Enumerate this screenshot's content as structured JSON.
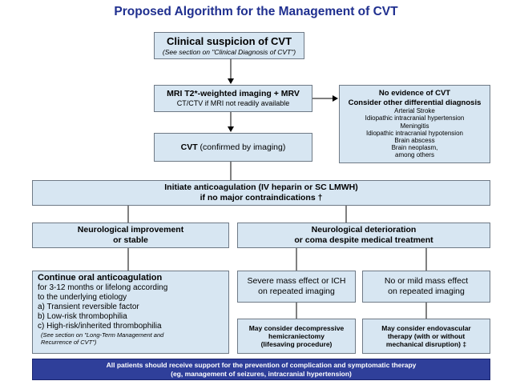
{
  "title": "Proposed Algorithm for the Management of CVT",
  "start": {
    "line1": "Clinical suspicion of CVT",
    "line2": "(See section on \"Clinical Diagnosis of CVT\")"
  },
  "mri": {
    "line1": "MRI T2*-weighted imaging + MRV",
    "line2": "CT/CTV if MRI not readily available"
  },
  "no_evidence": {
    "heading1": "No evidence of CVT",
    "heading2": "Consider other differential diagnosis",
    "items": [
      "Arterial Stroke",
      "Idiopathic intracranial hypertension",
      "Meningitis",
      "Idiopathic intracranial hypotension",
      "Brain abscess",
      "Brain neoplasm,",
      "among others"
    ]
  },
  "cvt": {
    "bold": "CVT",
    "rest": " (confirmed by imaging)"
  },
  "anticoag": {
    "line1": "Initiate anticoagulation (IV heparin or SC LMWH)",
    "line2": "if no major contraindications †"
  },
  "improvement": {
    "line1": "Neurological improvement",
    "line2": "or stable"
  },
  "deterioration": {
    "line1": "Neurological deterioration",
    "line2": "or coma despite medical treatment"
  },
  "continue": {
    "heading": "Continue oral anticoagulation",
    "lines": [
      "for 3-12 months or lifelong according",
      "to the underlying etiology",
      "a) Transient reversible factor",
      "b) Low-risk thrombophilia",
      "c) High-risk/inherited thrombophilia"
    ],
    "ref1": "(See section on \"Long-Term Management and",
    "ref2": "Recurrence of CVT\")"
  },
  "severe": {
    "line1": "Severe mass effect or ICH",
    "line2": "on repeated imaging"
  },
  "no_mild": {
    "line1": "No or mild mass effect",
    "line2": "on repeated imaging"
  },
  "decompress": {
    "line1": "May consider decompressive",
    "line2": "hemicraniectomy",
    "line3": "(lifesaving procedure)"
  },
  "endovascular": {
    "line1": "May consider endovascular",
    "line2": "therapy (with or without",
    "line3": "mechanical disruption) ‡"
  },
  "footer": {
    "line1": "All patients should receive support  for the prevention of  complication and symptomatic therapy",
    "line2": "(eg, management of seizures, intracranial hypertension)"
  },
  "colors": {
    "box_fill": "#d7e6f2",
    "title": "#1f2f8f",
    "footer_fill": "#2f3f9a"
  }
}
